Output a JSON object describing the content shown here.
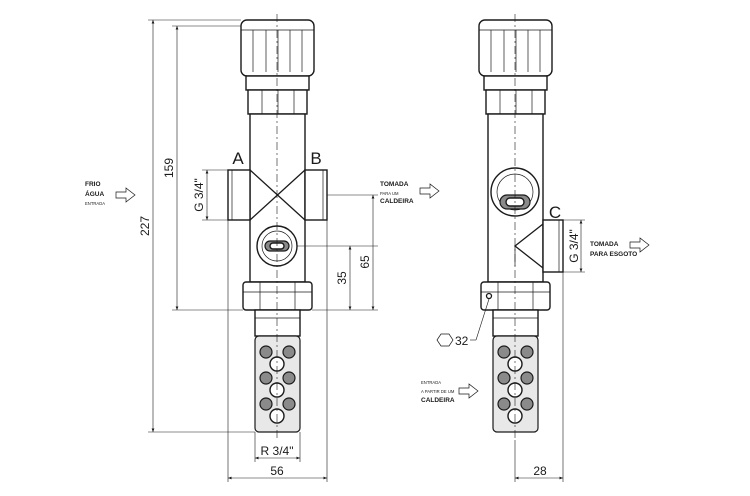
{
  "dimensions": {
    "height_total": "227",
    "height_upper": "159",
    "thread_side": "G 3/4\"",
    "height_35": "35",
    "height_65": "65",
    "bottom_thread": "R 3/4\"",
    "width_56": "56",
    "width_28": "28",
    "hex_size": "32"
  },
  "ports": {
    "a": "A",
    "b": "B",
    "c": "C"
  },
  "labels": {
    "frio": "FRIO",
    "agua": "ÁGUA",
    "entrada_left": "ENTRADA",
    "tomada": "TOMADA",
    "para_um": "PARA UM",
    "caldeira": "CALDEIRA",
    "tomada_esgoto": "TOMADA",
    "para_esgoto": "PARA ESGOTO",
    "entrada_bottom": "ENTRADA",
    "a_partir": "A PARTIR DE UM",
    "caldeira_bottom": "CALDEIRA"
  }
}
